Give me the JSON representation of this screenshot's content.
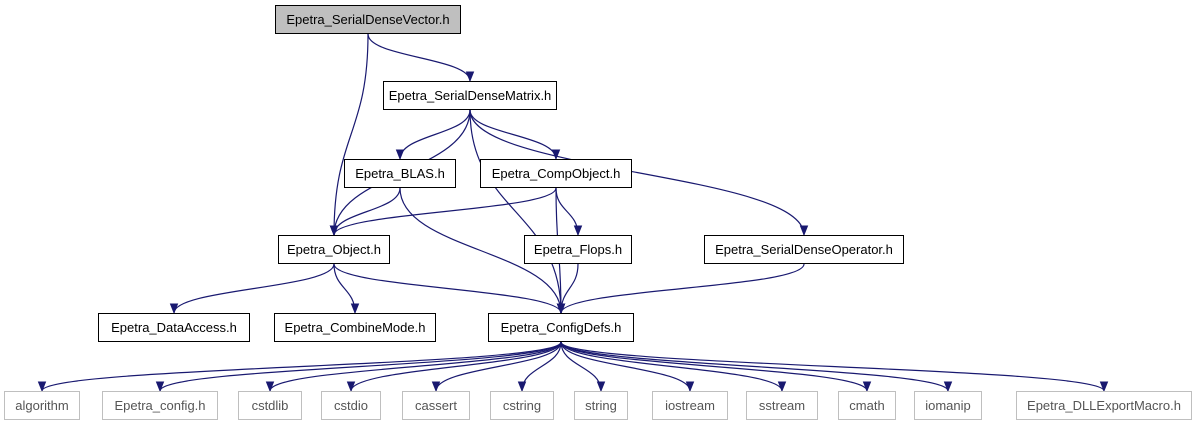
{
  "graph": {
    "nodes": {
      "sdv": "Epetra_SerialDenseVector.h",
      "sdm": "Epetra_SerialDenseMatrix.h",
      "blas": "Epetra_BLAS.h",
      "comp": "Epetra_CompObject.h",
      "obj": "Epetra_Object.h",
      "flops": "Epetra_Flops.h",
      "sdo": "Epetra_SerialDenseOperator.h",
      "da": "Epetra_DataAccess.h",
      "cm": "Epetra_CombineMode.h",
      "cfg": "Epetra_ConfigDefs.h",
      "alg": "algorithm",
      "ecfg": "Epetra_config.h",
      "cstdlib": "cstdlib",
      "cstdio": "cstdio",
      "cassert": "cassert",
      "cstring": "cstring",
      "string": "string",
      "iostream": "iostream",
      "sstream": "sstream",
      "cmath": "cmath",
      "iomanip": "iomanip",
      "dll": "Epetra_DLLExportMacro.h"
    },
    "edges": [
      [
        "sdv",
        "sdm"
      ],
      [
        "sdv",
        "obj"
      ],
      [
        "sdm",
        "obj"
      ],
      [
        "sdm",
        "blas"
      ],
      [
        "sdm",
        "comp"
      ],
      [
        "sdm",
        "cfg"
      ],
      [
        "sdm",
        "sdo"
      ],
      [
        "blas",
        "obj"
      ],
      [
        "blas",
        "cfg"
      ],
      [
        "comp",
        "obj"
      ],
      [
        "comp",
        "flops"
      ],
      [
        "comp",
        "cfg"
      ],
      [
        "obj",
        "da"
      ],
      [
        "obj",
        "cm"
      ],
      [
        "obj",
        "cfg"
      ],
      [
        "flops",
        "cfg"
      ],
      [
        "sdo",
        "cfg"
      ],
      [
        "cfg",
        "alg"
      ],
      [
        "cfg",
        "ecfg"
      ],
      [
        "cfg",
        "cstdlib"
      ],
      [
        "cfg",
        "cstdio"
      ],
      [
        "cfg",
        "cassert"
      ],
      [
        "cfg",
        "cstring"
      ],
      [
        "cfg",
        "string"
      ],
      [
        "cfg",
        "iostream"
      ],
      [
        "cfg",
        "sstream"
      ],
      [
        "cfg",
        "cmath"
      ],
      [
        "cfg",
        "iomanip"
      ],
      [
        "cfg",
        "dll"
      ]
    ],
    "colors": {
      "edge": "#191970",
      "root_fill": "#bfbfbf",
      "external_border": "#bfbfbf"
    }
  }
}
